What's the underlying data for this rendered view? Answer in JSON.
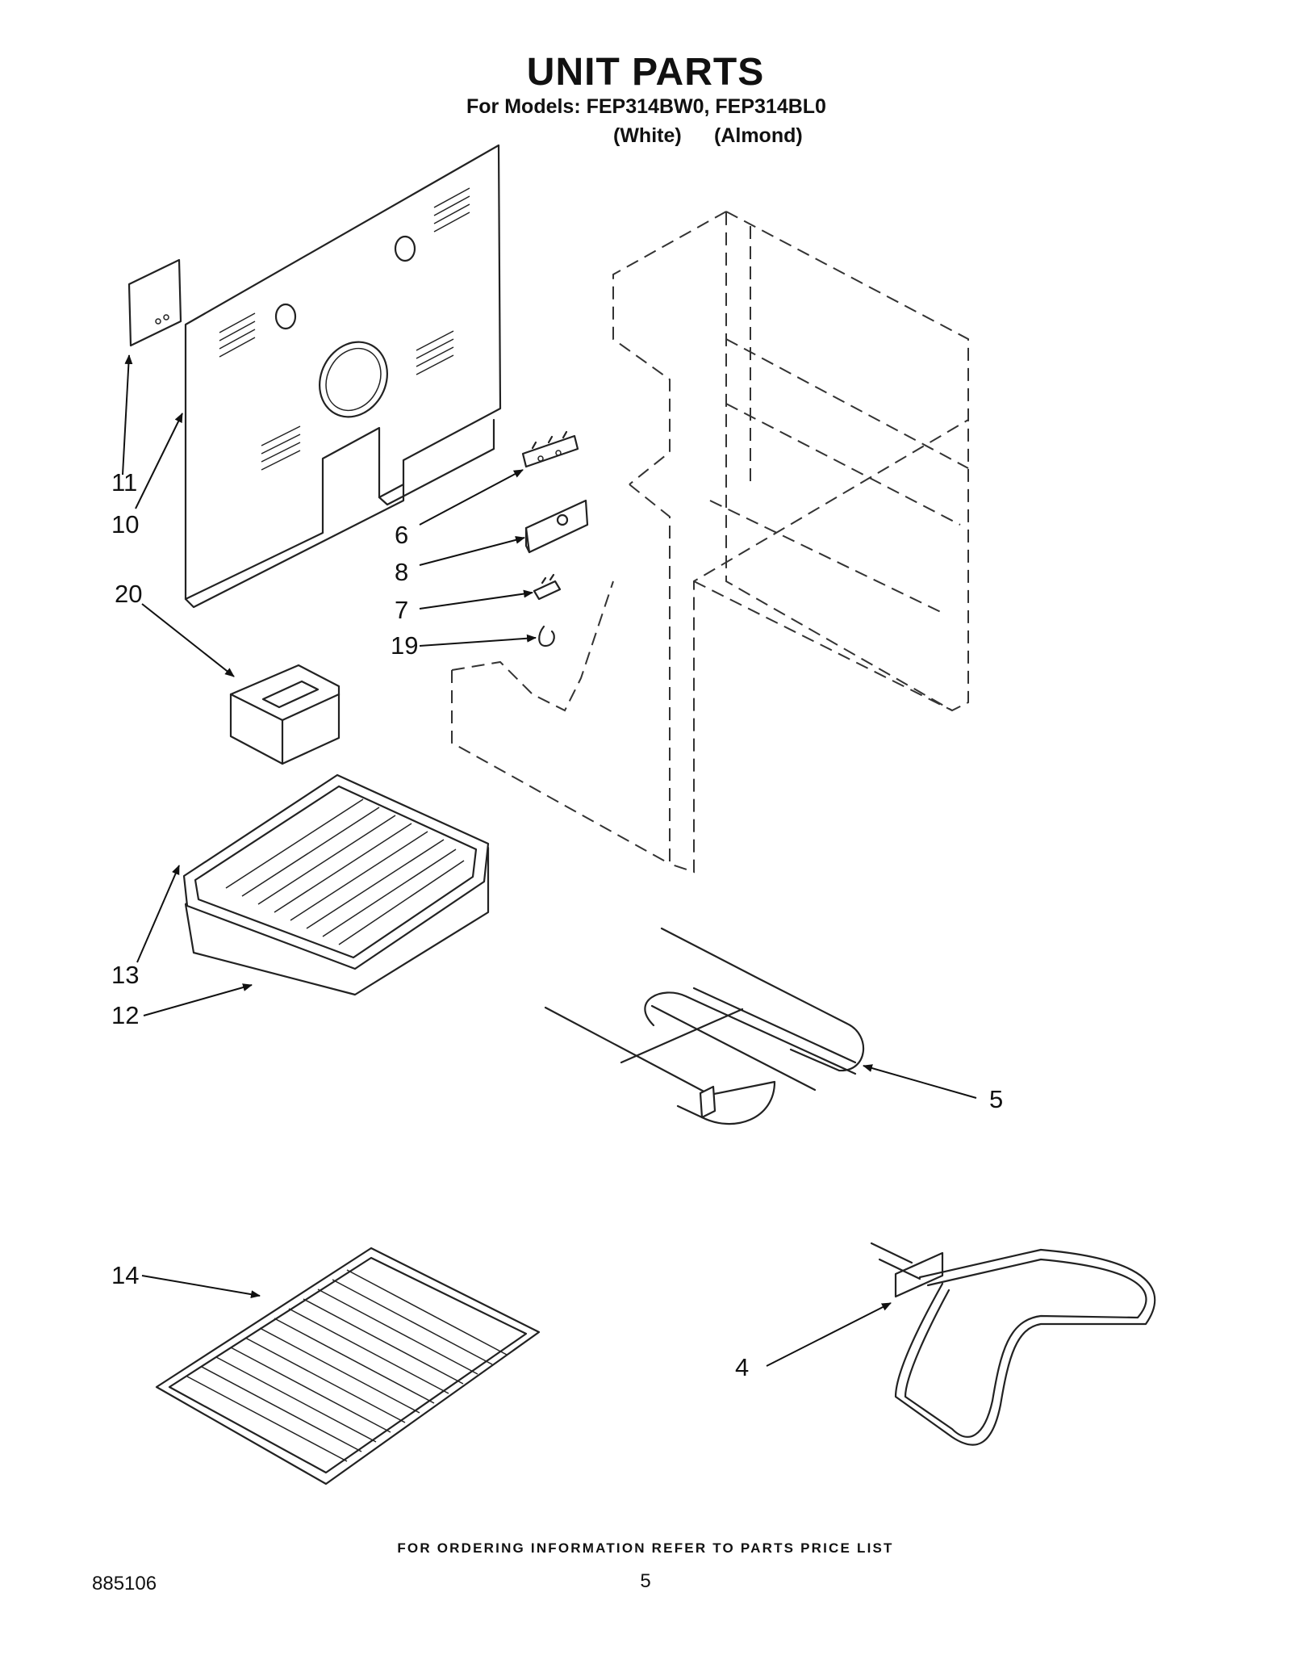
{
  "header": {
    "title": "UNIT PARTS",
    "subtitle": "For Models: FEP314BW0, FEP314BL0",
    "color_1": "(White)",
    "color_2": "(Almond)"
  },
  "callouts": [
    "11",
    "10",
    "6",
    "8",
    "7",
    "19",
    "20",
    "13",
    "12",
    "5",
    "14",
    "4"
  ],
  "footer": {
    "ordering_note": "FOR ORDERING INFORMATION REFER TO PARTS PRICE LIST",
    "doc_number": "885106",
    "page_number": "5"
  }
}
